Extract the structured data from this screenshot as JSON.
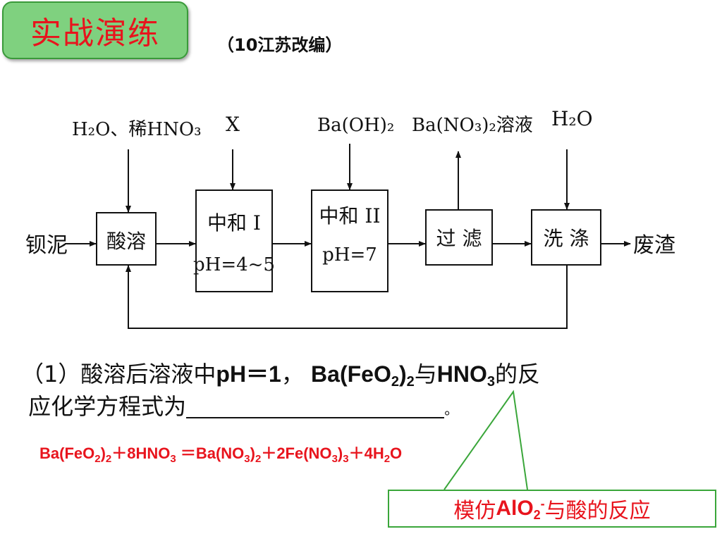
{
  "header": {
    "title": "实战演练",
    "source_prefix": "（",
    "source_year": "10",
    "source_text": "江苏改编）"
  },
  "flowchart": {
    "feed": "钡泥",
    "waste": "废渣",
    "inputs": {
      "acid_reagent": "H₂O、稀HNO₃",
      "x_reagent": "X",
      "baoh_reagent": "Ba(OH)₂",
      "product_solution": "Ba(NO₃)₂溶液",
      "water": "H₂O"
    },
    "steps": {
      "acid": "酸溶",
      "neutral1_line1": "中和 I",
      "neutral1_line2": "pH=4~5",
      "neutral2_line1": "中和 II",
      "neutral2_line2": "pH=7",
      "filter": "过 滤",
      "wash": "洗 涤"
    }
  },
  "question": {
    "number": "（1）",
    "text1": "酸溶后溶液中",
    "ph": "pH＝1",
    "sep": "，",
    "f_ba": "Ba(FeO",
    "f_sub1": "2",
    "f_close": ")",
    "f_sub2": "2",
    "text2": "与",
    "hno": "HNO",
    "hno_sub": "3",
    "text3": "的反",
    "text4": "应化学方程式为",
    "end": "。"
  },
  "answer": {
    "p1": "Ba(FeO",
    "s1": "2",
    "p2": ")",
    "s2": "2",
    "p3": "＋8HNO",
    "s3": "3",
    "p4": " ＝Ba(NO",
    "s4": "3",
    "p5": ")",
    "s5": "2",
    "p6": "＋2Fe(NO",
    "s6": "3",
    "p7": ")",
    "s7": "3",
    "p8": "＋4H",
    "s8": "2",
    "p9": "O"
  },
  "hint": {
    "text1": "模仿",
    "formula": "AlO",
    "sub": "2",
    "sup": "-",
    "text2": "与酸的反应"
  },
  "colors": {
    "title_text": "#e8141d",
    "title_bg": "#7fd17f",
    "answer": "#e8141d",
    "hint_border": "#3aa63a",
    "callout_line": "#3aa63a"
  }
}
